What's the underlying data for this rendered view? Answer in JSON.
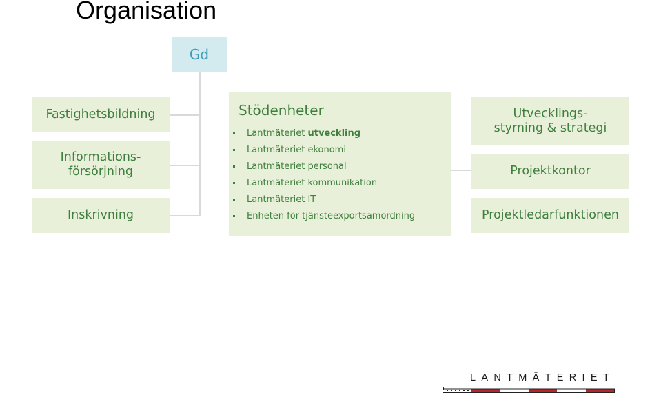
{
  "page": {
    "title": "Organisation"
  },
  "top_box": {
    "label": "Gd"
  },
  "left_boxes": [
    {
      "label": "Fastighetsbildning"
    },
    {
      "label": "Informations-\nförsörjning"
    },
    {
      "label": "Inskrivning"
    }
  ],
  "stodenheter": {
    "heading": "Stödenheter",
    "items": [
      {
        "prefix": "Lantmäteriet ",
        "emphasis": "utveckling"
      },
      {
        "prefix": "Lantmäteriet ekonomi",
        "emphasis": ""
      },
      {
        "prefix": "Lantmäteriet personal",
        "emphasis": ""
      },
      {
        "prefix": "Lantmäteriet kommunikation",
        "emphasis": ""
      },
      {
        "prefix": "Lantmäteriet IT",
        "emphasis": ""
      },
      {
        "prefix": "Enheten för tjänsteexportsamordning",
        "emphasis": ""
      }
    ]
  },
  "right_boxes": [
    {
      "label": "Utvecklings-\nstyrning & strategi"
    },
    {
      "label": "Projektkontor"
    },
    {
      "label": "Projektledarfunktionen"
    }
  ],
  "logo": {
    "wordmark": "LANTMÄTERIET"
  },
  "colors": {
    "box_green": "#e9f0d9",
    "text_green": "#3f7f3f",
    "box_blue": "#d3ebef",
    "text_blue": "#3f9ab8",
    "connector": "#d9d9d9",
    "logo_red": "#b8262c"
  }
}
